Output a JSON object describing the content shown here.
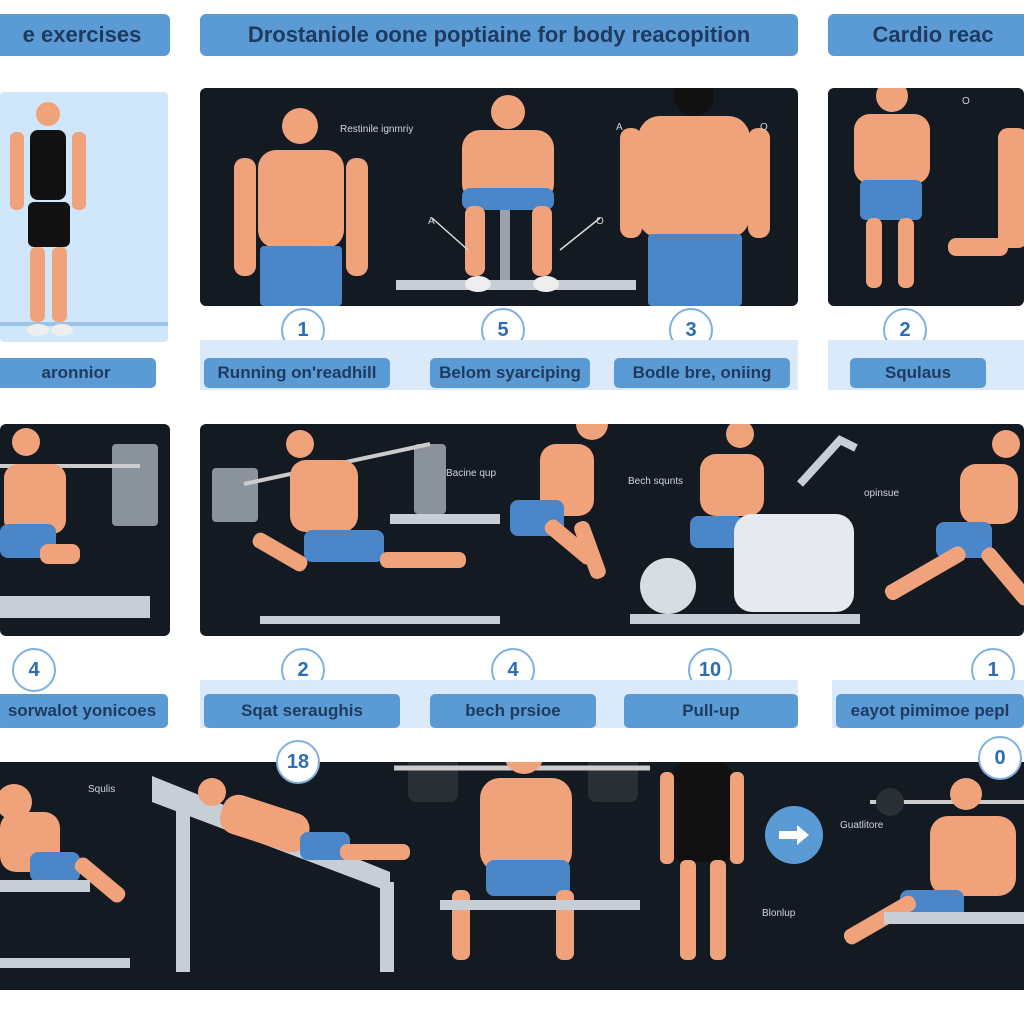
{
  "headers": {
    "left": "e exercises",
    "center": "Drostaniole oone poptiaine for body reacopition",
    "right": "Cardio reac"
  },
  "row1": {
    "numbers": [
      "1",
      "5",
      "3",
      "2"
    ],
    "labels": [
      "aronnior",
      "Running on'readhill",
      "Belom syarciping",
      "Bodle bre, oniing",
      "Squlaus"
    ],
    "annotations": [
      "Restinile ignmriy",
      "A",
      "O",
      "A",
      "O",
      "O"
    ]
  },
  "row2": {
    "numbers": [
      "4",
      "2",
      "4",
      "10",
      "1"
    ],
    "labels": [
      "sorwalot yonicoes",
      "Sqat seraughis",
      "bech prsioe",
      "Pull-up",
      "eayot pimimoe pepl"
    ],
    "annotations": [
      "Bacine qup",
      "Bech squnts",
      "opinsue"
    ]
  },
  "row3": {
    "numbers": [
      "18",
      "0"
    ],
    "annotations": [
      "Squlis",
      "Guatlitore",
      "Blonlup"
    ],
    "arrow": "next-arrow"
  },
  "colors": {
    "accent": "#5b9bd5",
    "panel": "#141a22",
    "skin": "#f0a27a",
    "shorts": "#4a86c8"
  }
}
